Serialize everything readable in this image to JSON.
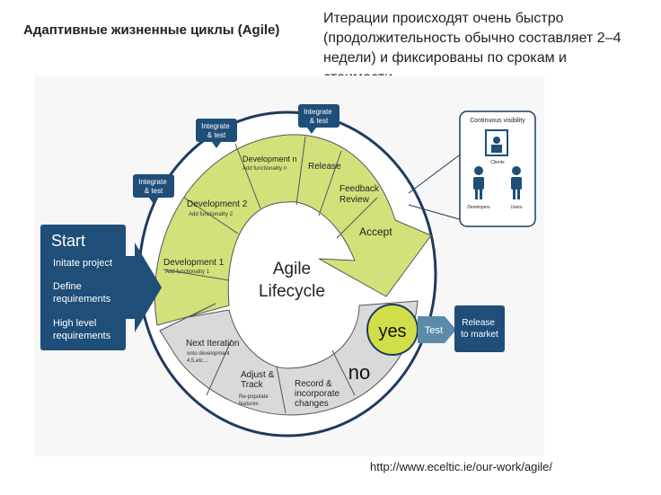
{
  "header": {
    "title": "Адаптивные жизненные циклы (Agile)",
    "subtitle_lines": [
      "Итерации происходят  очень быстро",
      "(продолжительность обычно составляет 2–4",
      "недели) и фиксированы по срокам и",
      "стоимости"
    ]
  },
  "start": {
    "title": "Start",
    "items": [
      "Initate project",
      "Define requirements",
      "High level requirements"
    ]
  },
  "center": {
    "line1": "Agile",
    "line2": "Lifecycle"
  },
  "yellow_segments": [
    {
      "title": "Development 1",
      "sub": "Add functionality 1"
    },
    {
      "title": "Development 2",
      "sub": "Add functionality 2"
    },
    {
      "title": "Development n",
      "sub": "Add functionality n"
    },
    {
      "title": "Release",
      "sub": ""
    },
    {
      "title": "Feedback Review",
      "sub": ""
    },
    {
      "title": "Accept",
      "sub": ""
    }
  ],
  "gray_segments": [
    {
      "title": "Next Iteration",
      "sub": "onto development 4,5,etc..."
    },
    {
      "title": "Adjust & Track",
      "sub": "Re-populate features"
    },
    {
      "title": "Record & incorporate changes",
      "sub": ""
    }
  ],
  "tags": [
    "Integrate & test",
    "Integrate & test",
    "Integrate & test"
  ],
  "decision": {
    "yes": "yes",
    "no": "no",
    "test": "Test",
    "release": "Release to market"
  },
  "visibility": {
    "title": "Continuous visibility",
    "clients": "Clients",
    "developers": "Developers",
    "users": "Users"
  },
  "source_url": "http://www.eceltic.ie/our-work/agile/",
  "colors": {
    "navy": "#1f4e79",
    "yellow": "#d4e07a",
    "yellow_dark": "#b8c85a",
    "gray": "#d9d9d9",
    "yes_green": "#d0de4a",
    "outline": "#1f3b5c"
  }
}
